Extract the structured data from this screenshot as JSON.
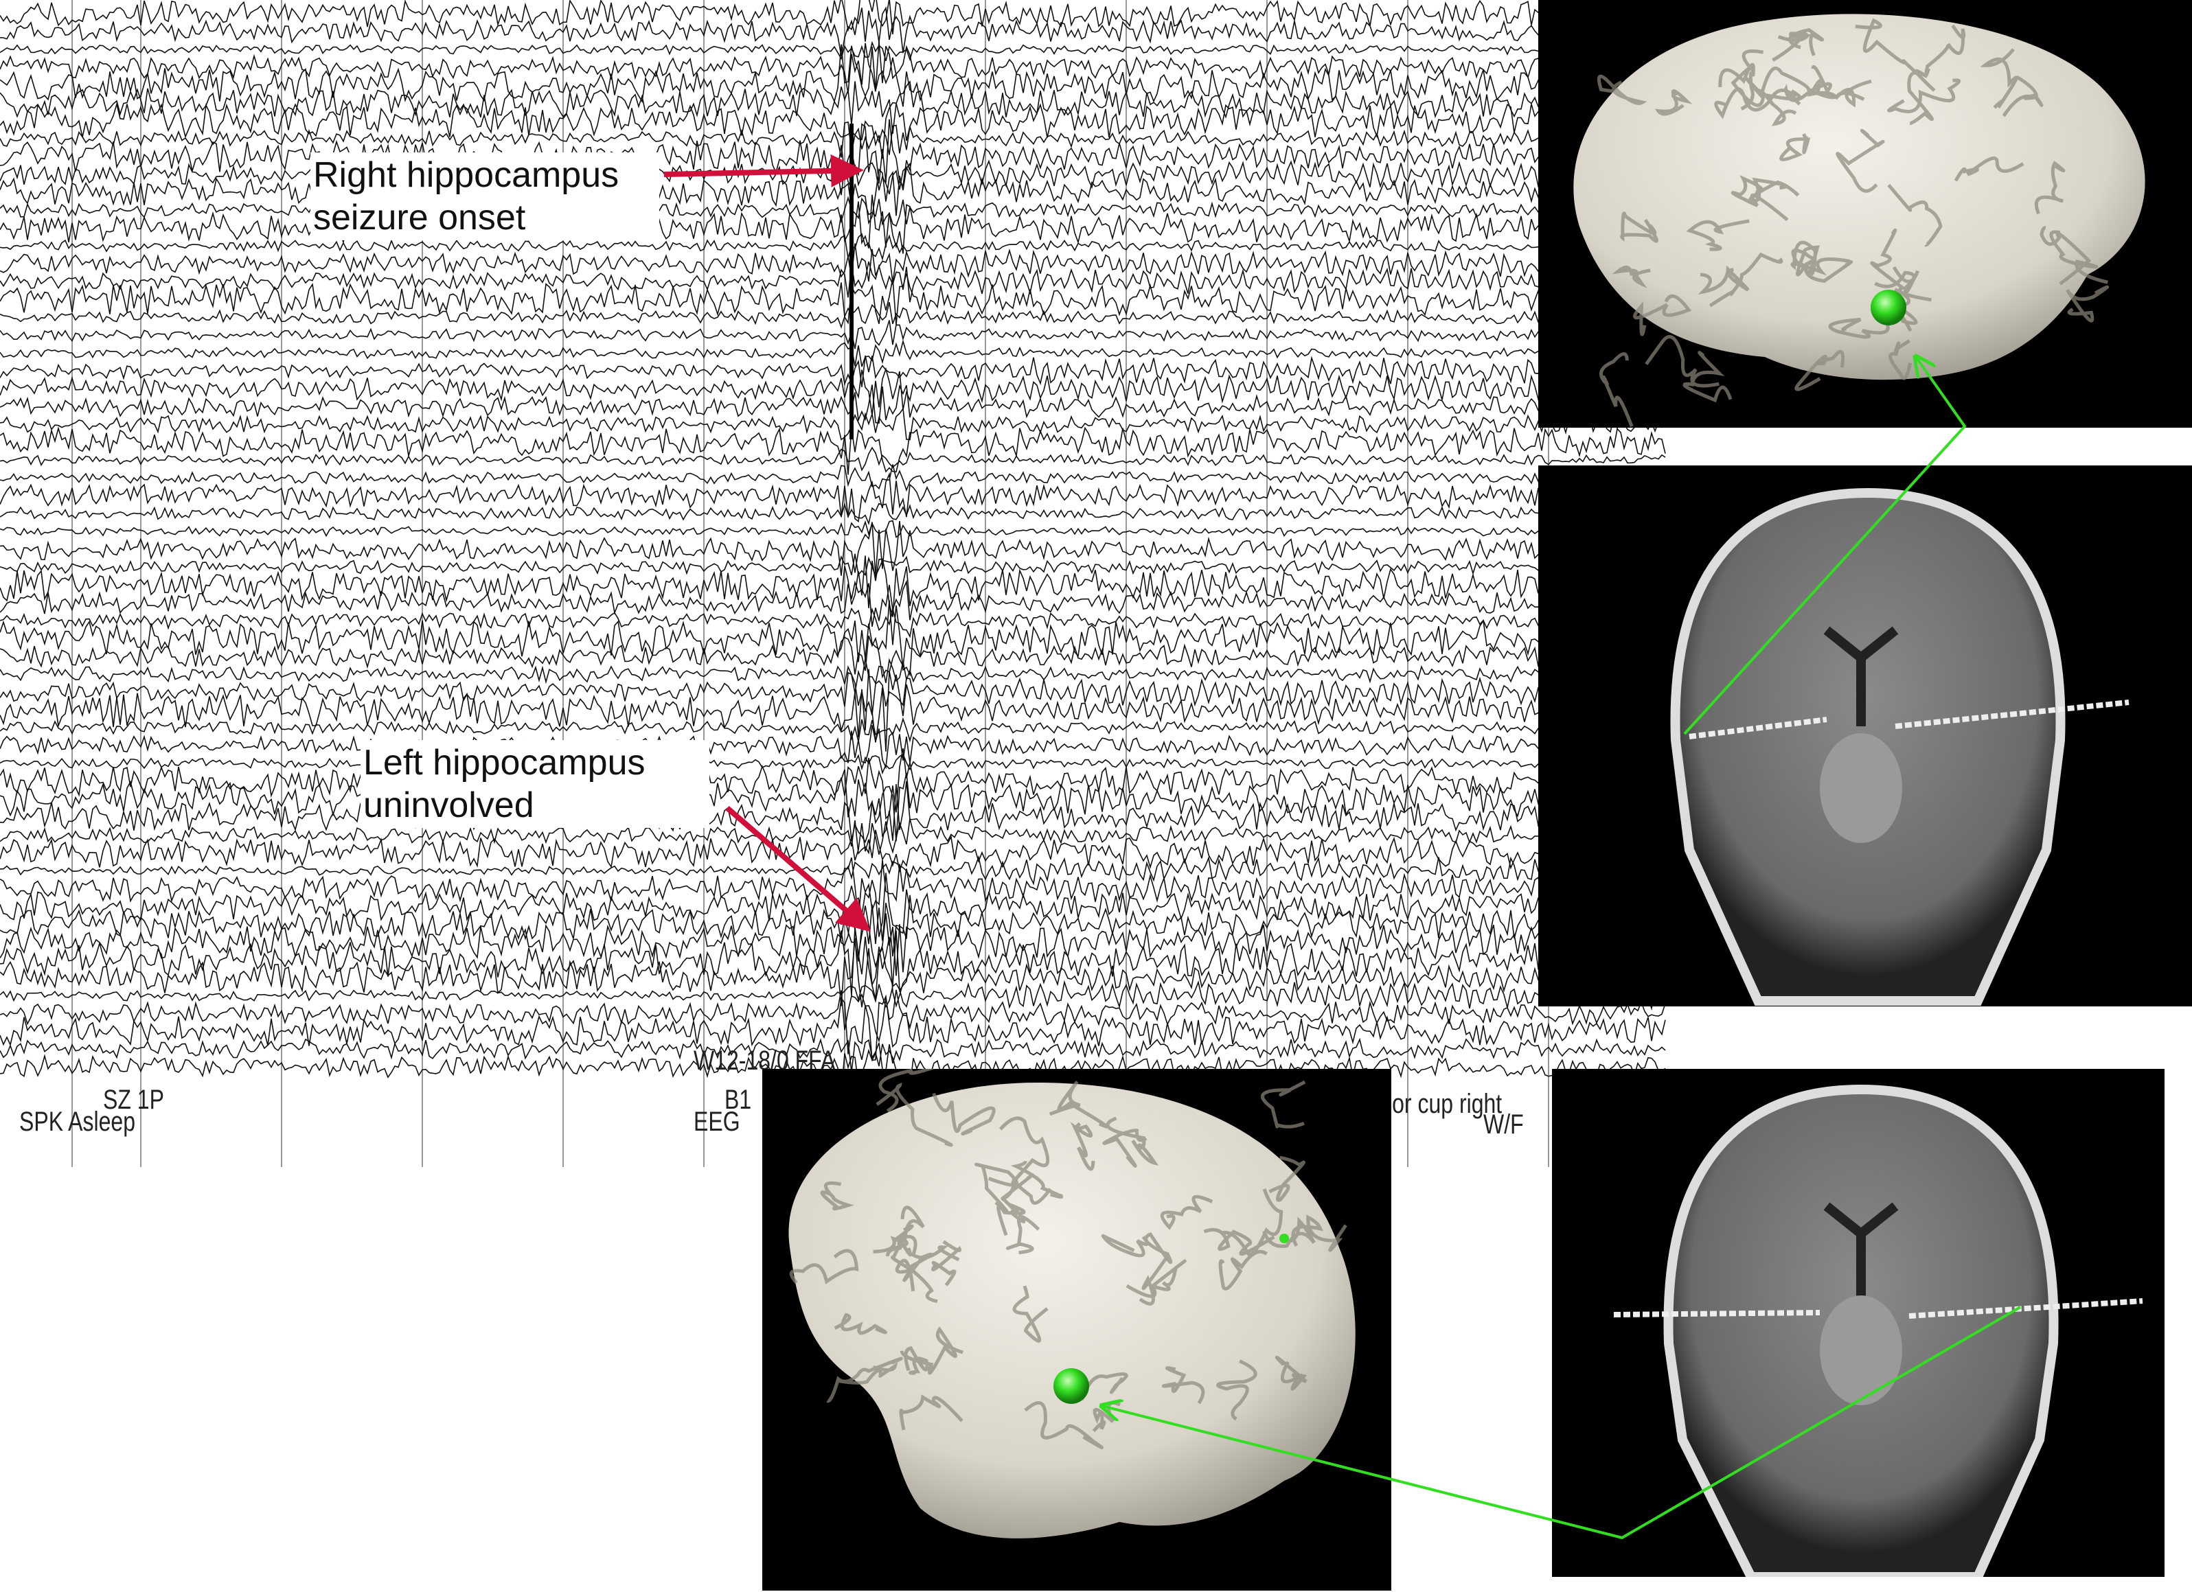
{
  "annotations": {
    "right": {
      "line1": "Right hippocampus",
      "line2": "seizure onset"
    },
    "left": {
      "line1": "Left hippocampus",
      "line2": "uninvolved"
    }
  },
  "eeg": {
    "channel_count": 60,
    "markers": {
      "sz": "SZ 1P",
      "spk": "SPK Asleep",
      "b1": "B1",
      "eeg": "EEG",
      "w12": "W12-18/0 FFA",
      "cup": "lor cup right",
      "wf": "W/F"
    }
  },
  "colors": {
    "arrow_red": "#d0103a",
    "electrode_green": "#33dd22",
    "brain": "#e6e2d8"
  }
}
